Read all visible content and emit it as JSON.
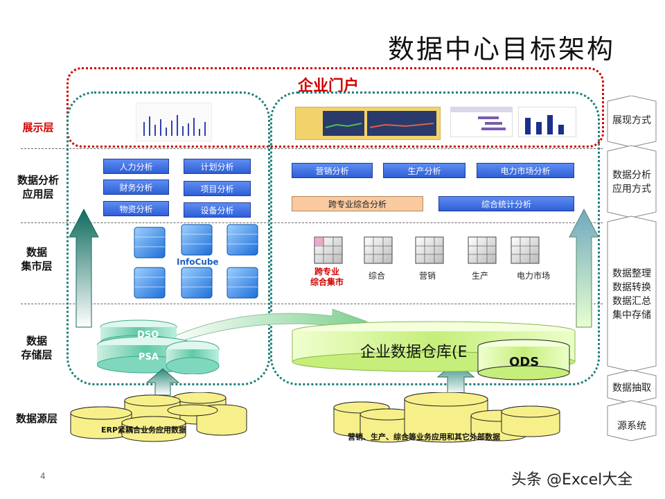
{
  "title": "数据中心目标架构",
  "portal": "企业门户",
  "layers": {
    "presentation": "展示层",
    "analysis": "数据分析\n应用层",
    "mart": "数据\n集市层",
    "storage": "数据\n存储层",
    "source": "数据源层"
  },
  "left_analysis": [
    "人力分析",
    "财务分析",
    "物资分析",
    "计划分析",
    "项目分析",
    "设备分析"
  ],
  "right_analysis": {
    "top": [
      "营销分析",
      "生产分析",
      "电力市场分析"
    ],
    "cross": "跨专业综合分析",
    "stats": "综合统计分析"
  },
  "infocube_label": "InfoCube",
  "marts": {
    "cross": "跨专业\n综合集市",
    "items": [
      "综合",
      "营销",
      "生产",
      "电力市场"
    ]
  },
  "storage": {
    "dso": "DSO",
    "psa": "PSA",
    "edw": "企业数据仓库(E",
    "ods": "ODS"
  },
  "sources": {
    "erp": "ERP紧耦合业务应用数据",
    "other": "营销、生产、综合等业务应用和其它外部数据"
  },
  "right_panel": [
    "展现方式",
    "数据分析\n应用方式",
    "数据整理\n数据转换\n数据汇总\n集中存储",
    "数据抽取",
    "源系统"
  ],
  "page_number": "4",
  "watermark": "头条 @Excel大全",
  "colors": {
    "portal_red": "#d00000",
    "group_teal": "#1e7f7a",
    "box_blue": "#3b6ee0",
    "cube_blue": "#2f7fe0",
    "db_yellow": "#f7f08a",
    "edw_green": "#c9f08a"
  }
}
